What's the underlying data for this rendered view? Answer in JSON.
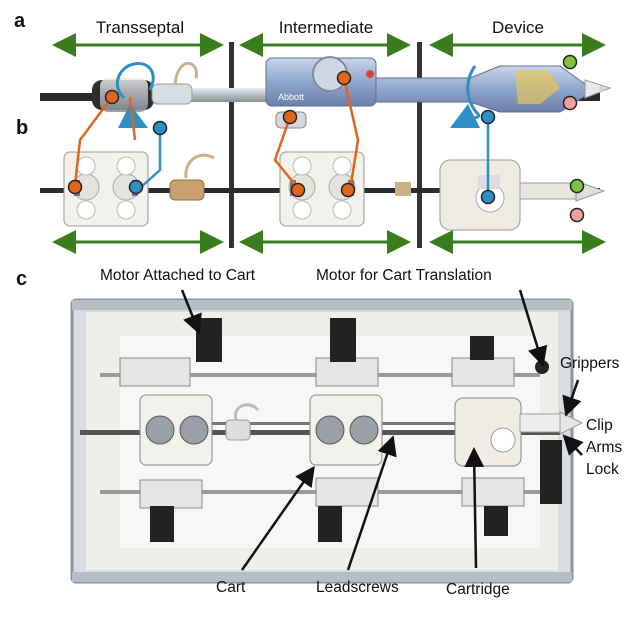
{
  "panels": {
    "a": "a",
    "b": "b",
    "c": "c"
  },
  "sections": {
    "transseptal": "Transseptal",
    "intermediate": "Intermediate",
    "device": "Device"
  },
  "device_brand": "Abbott",
  "annotations": {
    "motor_attached": "Motor Attached to Cart",
    "motor_translation": "Motor for Cart Translation",
    "grippers": "Grippers",
    "clip_arms_lock": [
      "Clip",
      "Arms",
      "Lock"
    ],
    "cart": "Cart",
    "leadscrews": "Leadscrews",
    "cartridge": "Cartridge"
  },
  "colors": {
    "arrow_green": "#3a7d1e",
    "orange_marker": "#e0651f",
    "blue_marker": "#2d8fc4",
    "green_dot": "#7dc242",
    "pink_dot": "#f2a0a0",
    "divider": "#333333",
    "frame": "#d9dce0"
  }
}
